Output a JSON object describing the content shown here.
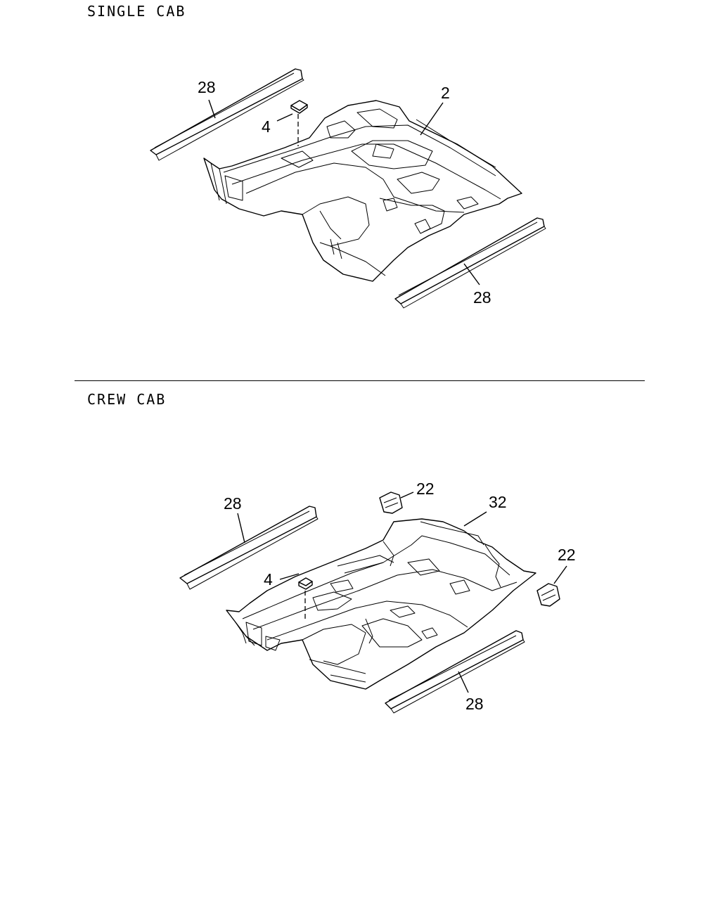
{
  "sections": {
    "single": {
      "title": "SINGLE CAB"
    },
    "crew": {
      "title": "CREW CAB"
    }
  },
  "callouts": {
    "single": {
      "rail_left": "28",
      "floor_panel": "2",
      "clip": "4",
      "rail_right": "28"
    },
    "crew": {
      "rail_left": "28",
      "bracket_top": "22",
      "floor_panel": "32",
      "clip": "4",
      "bracket_right": "22",
      "rail_right": "28"
    }
  }
}
